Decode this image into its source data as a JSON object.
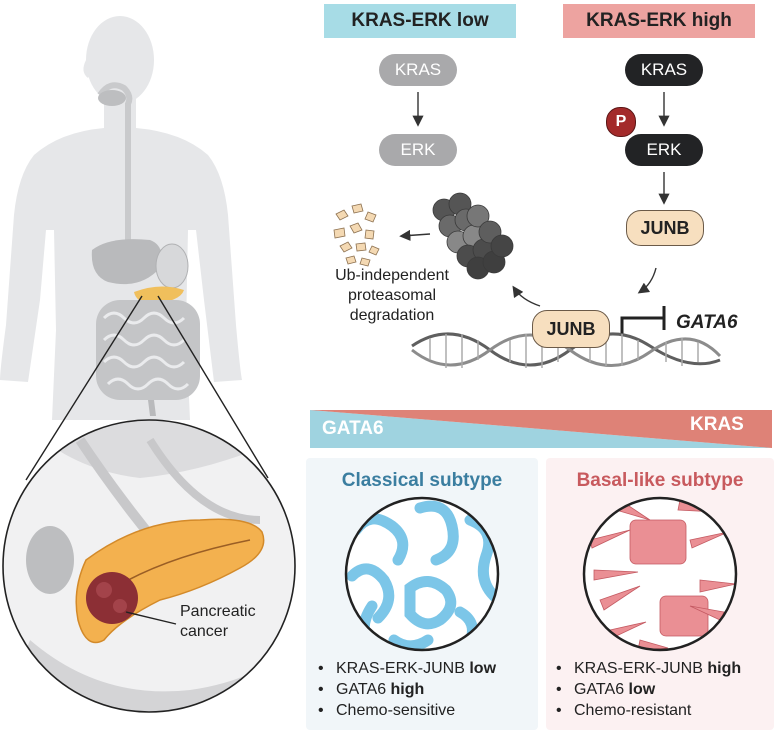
{
  "colors": {
    "low_header_bg": "#a7dce6",
    "high_header_bg": "#eda3a0",
    "gata6_gradient": "#9fd3e0",
    "kras_gradient": "#de8277",
    "classical_title": "#3b7ea0",
    "basal_title": "#c85a5e",
    "classical_panel_bg": "#f1f6f9",
    "basal_panel_bg": "#fcf1f2",
    "junb_fill": "#f7dfbf",
    "phospho": "#a32a2a"
  },
  "headers": {
    "low": "KRAS-ERK low",
    "high": "KRAS-ERK high"
  },
  "pathway_low": {
    "kras": "KRAS",
    "erk": "ERK"
  },
  "pathway_high": {
    "kras": "KRAS",
    "erk": "ERK",
    "phospho": "P",
    "junb": "JUNB"
  },
  "degradation": {
    "line1": "Ub-independent",
    "line2": "proteasomal",
    "line3": "degradation"
  },
  "dna": {
    "junb": "JUNB",
    "gene": "GATA6"
  },
  "gradient": {
    "left": "GATA6",
    "right": "KRAS"
  },
  "classical": {
    "title": "Classical subtype",
    "bullets": [
      {
        "text": "KRAS-ERK-JUNB ",
        "bold": "low"
      },
      {
        "text": "GATA6 ",
        "bold": "high"
      },
      {
        "text": "Chemo-sensitive",
        "bold": ""
      }
    ]
  },
  "basal": {
    "title": "Basal-like subtype",
    "bullets": [
      {
        "text": "KRAS-ERK-JUNB ",
        "bold": "high"
      },
      {
        "text": "GATA6 ",
        "bold": "low"
      },
      {
        "text": "Chemo-resistant",
        "bold": ""
      }
    ]
  },
  "anatomy": {
    "label_line1": "Pancreatic",
    "label_line2": "cancer"
  }
}
